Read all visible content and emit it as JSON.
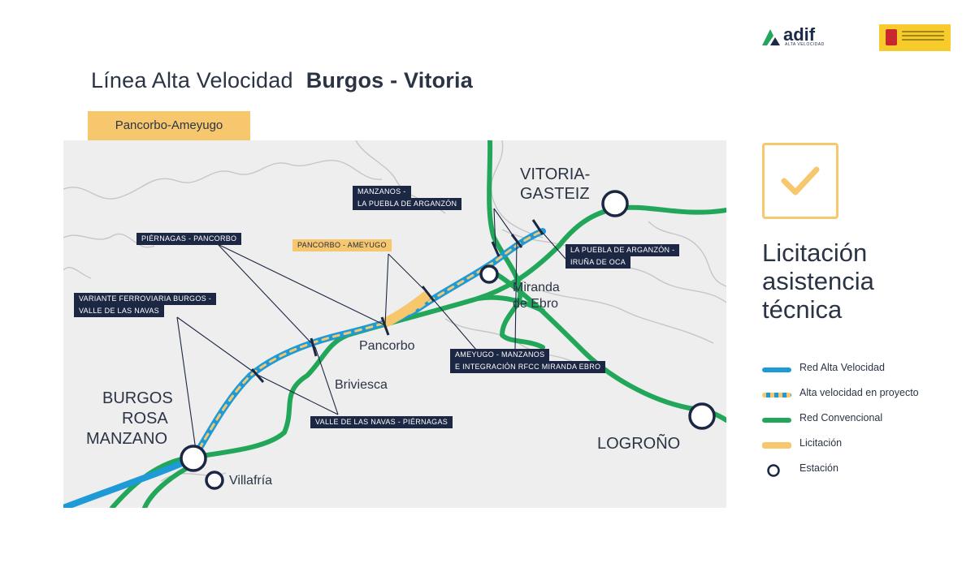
{
  "title": {
    "light": "Línea Alta Velocidad",
    "bold": "Burgos - Vitoria"
  },
  "section_tag": "Pancorbo-Ameyugo",
  "logos": {
    "adif_word": "adif",
    "adif_sub": "ALTA VELOCIDAD"
  },
  "colors": {
    "high_speed": "#1e9ad6",
    "conventional": "#22a75a",
    "tender": "#f7c76e",
    "navy": "#1c2744",
    "map_bg": "#eeeeee",
    "boundary": "#c6c6c6"
  },
  "map": {
    "segment_labels": [
      {
        "id": "piernagas",
        "text": "PIÉRNAGAS - PANCORBO"
      },
      {
        "id": "variante_1",
        "text": "VARIANTE FERROVIARIA BURGOS -"
      },
      {
        "id": "variante_2",
        "text": "VALLE DE LAS NAVAS"
      },
      {
        "id": "pancorbo_ameyugo",
        "text": "PANCORBO - AMEYUGO"
      },
      {
        "id": "manzanos_1",
        "text": "MANZANOS -"
      },
      {
        "id": "manzanos_2",
        "text": "LA PUEBLA DE ARGANZÓN"
      },
      {
        "id": "puebla_1",
        "text": "LA PUEBLA DE ARGANZÓN -"
      },
      {
        "id": "puebla_2",
        "text": "IRUÑA DE OCA"
      },
      {
        "id": "ameyugo_1",
        "text": "AMEYUGO - MANZANOS"
      },
      {
        "id": "ameyugo_2",
        "text": "E INTEGRACIÓN RFCC MIRANDA EBRO"
      },
      {
        "id": "valle",
        "text": "VALLE DE LAS NAVAS - PIÉRNAGAS"
      }
    ],
    "cities": {
      "burgos_1": "BURGOS",
      "burgos_2": "ROSA",
      "burgos_3": "MANZANO",
      "vitoria_1": "VITORIA-",
      "vitoria_2": "GASTEIZ",
      "logrono": "LOGROÑO"
    },
    "towns": {
      "villafria": "Villafría",
      "briviesca": "Briviesca",
      "pancorbo": "Pancorbo",
      "miranda_1": "Miranda",
      "miranda_2": "de Ebro"
    }
  },
  "sidebar": {
    "icon": "checkmark-icon",
    "title_lines": [
      "Licitación",
      "asistencia",
      "técnica"
    ]
  },
  "legend": [
    {
      "label": "Red Alta Velocidad",
      "symbol": "high-speed-line"
    },
    {
      "label": "Alta velocidad en proyecto",
      "symbol": "projected-line"
    },
    {
      "label": "Red Convencional",
      "symbol": "conventional-line"
    },
    {
      "label": "Licitación",
      "symbol": "tender-line"
    },
    {
      "label": "Estación",
      "symbol": "station-circle"
    }
  ]
}
